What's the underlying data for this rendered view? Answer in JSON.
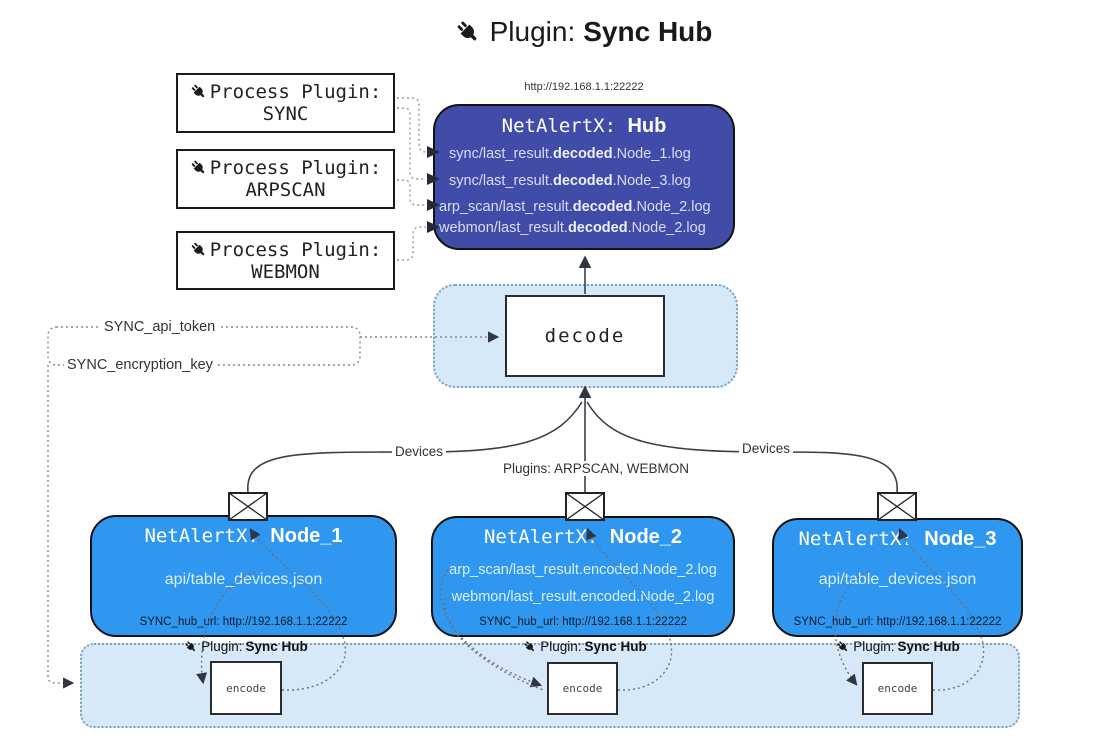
{
  "title": {
    "prefix": "Plugin: ",
    "name": "Sync Hub"
  },
  "colors": {
    "hub_fill": "#414CA8",
    "node_fill": "#2F97F0",
    "panel_fill": "#D7E9F8"
  },
  "process_plugins": [
    {
      "label": "Process Plugin:",
      "name": "SYNC"
    },
    {
      "label": "Process Plugin:",
      "name": "ARPSCAN"
    },
    {
      "label": "Process Plugin:",
      "name": "WEBMON"
    }
  ],
  "hub": {
    "url": "http://192.168.1.1:22222",
    "title_prefix": "NetAlertX: ",
    "title_name": "Hub",
    "files": [
      {
        "pre": "sync/last_result.",
        "bold": "decoded",
        "post": ".Node_1.log"
      },
      {
        "pre": "sync/last_result.",
        "bold": "decoded",
        "post": ".Node_3.log"
      },
      {
        "pre": "arp_scan/last_result.",
        "bold": "decoded",
        "post": ".Node_2.log"
      },
      {
        "pre": "webmon/last_result.",
        "bold": "decoded",
        "post": ".Node_2.log"
      }
    ]
  },
  "decode_label": "decode",
  "config": {
    "api_token": "SYNC_api_token",
    "encryption_key": "SYNC_encryption_key"
  },
  "edge_labels": {
    "devices_left": "Devices",
    "devices_right": "Devices",
    "plugins_mid": "Plugins: ARPSCAN, WEBMON"
  },
  "nodes": [
    {
      "title_prefix": "NetAlertX: ",
      "name": "Node_1",
      "files": [
        "api/table_devices.json"
      ],
      "hub_url": "SYNC_hub_url: http://192.168.1.1:22222"
    },
    {
      "title_prefix": "NetAlertX: ",
      "name": "Node_2",
      "files": [
        "arp_scan/last_result.encoded.Node_2.log",
        "webmon/last_result.encoded.Node_2.log"
      ],
      "hub_url": "SYNC_hub_url: http://192.168.1.1:22222"
    },
    {
      "title_prefix": "NetAlertX: ",
      "name": "Node_3",
      "files": [
        "api/table_devices.json"
      ],
      "hub_url": "SYNC_hub_url: http://192.168.1.1:22222"
    }
  ],
  "encoders": [
    {
      "label_prefix": "Plugin: ",
      "label_name": "Sync Hub",
      "box_label": "encode"
    },
    {
      "label_prefix": "Plugin: ",
      "label_name": "Sync Hub",
      "box_label": "encode"
    },
    {
      "label_prefix": "Plugin: ",
      "label_name": "Sync Hub",
      "box_label": "encode"
    }
  ]
}
